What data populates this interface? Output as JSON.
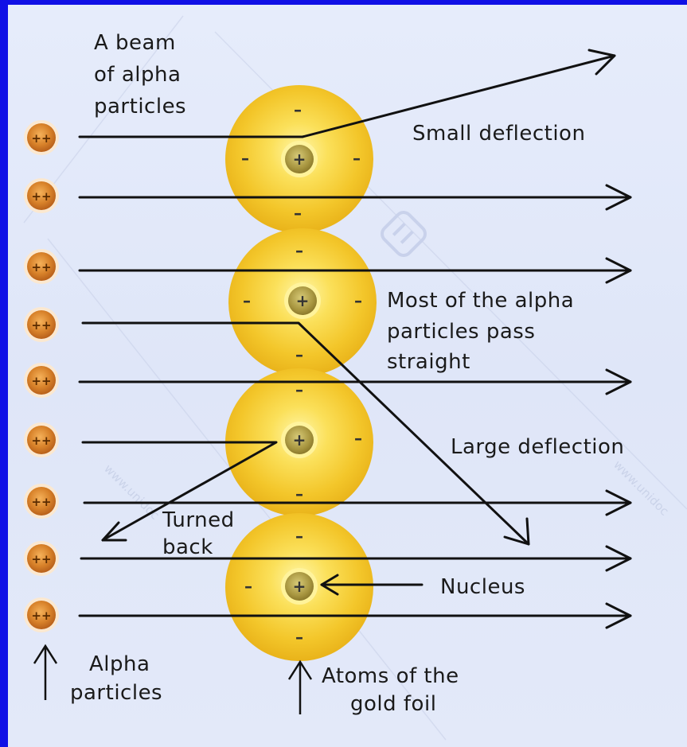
{
  "labels": {
    "beam": [
      "A beam",
      "of alpha",
      "particles"
    ],
    "small_deflection": "Small deflection",
    "most_pass": [
      "Most of the alpha",
      "particles pass",
      "straight"
    ],
    "large_deflection": "Large deflection",
    "turned_back": [
      "Turned",
      "back"
    ],
    "nucleus": "Nucleus",
    "alpha_particles": [
      "Alpha",
      "particles"
    ],
    "atoms_gold_foil": [
      "Atoms of the",
      "gold foil"
    ]
  },
  "symbols": {
    "alpha_charge": "++",
    "nucleus_charge": "+",
    "electron_charge": "–"
  },
  "watermark": "www.unidoc",
  "colors": {
    "frame": "#1010e6",
    "background": "#e2e8f9",
    "gold_atom": "#f6cc2a",
    "alpha_particle": "#d2781e",
    "nucleus": "#b0a04a",
    "arrow": "#111111"
  },
  "icons": [
    "up-arrow-icon",
    "unidoc-logo-icon"
  ]
}
